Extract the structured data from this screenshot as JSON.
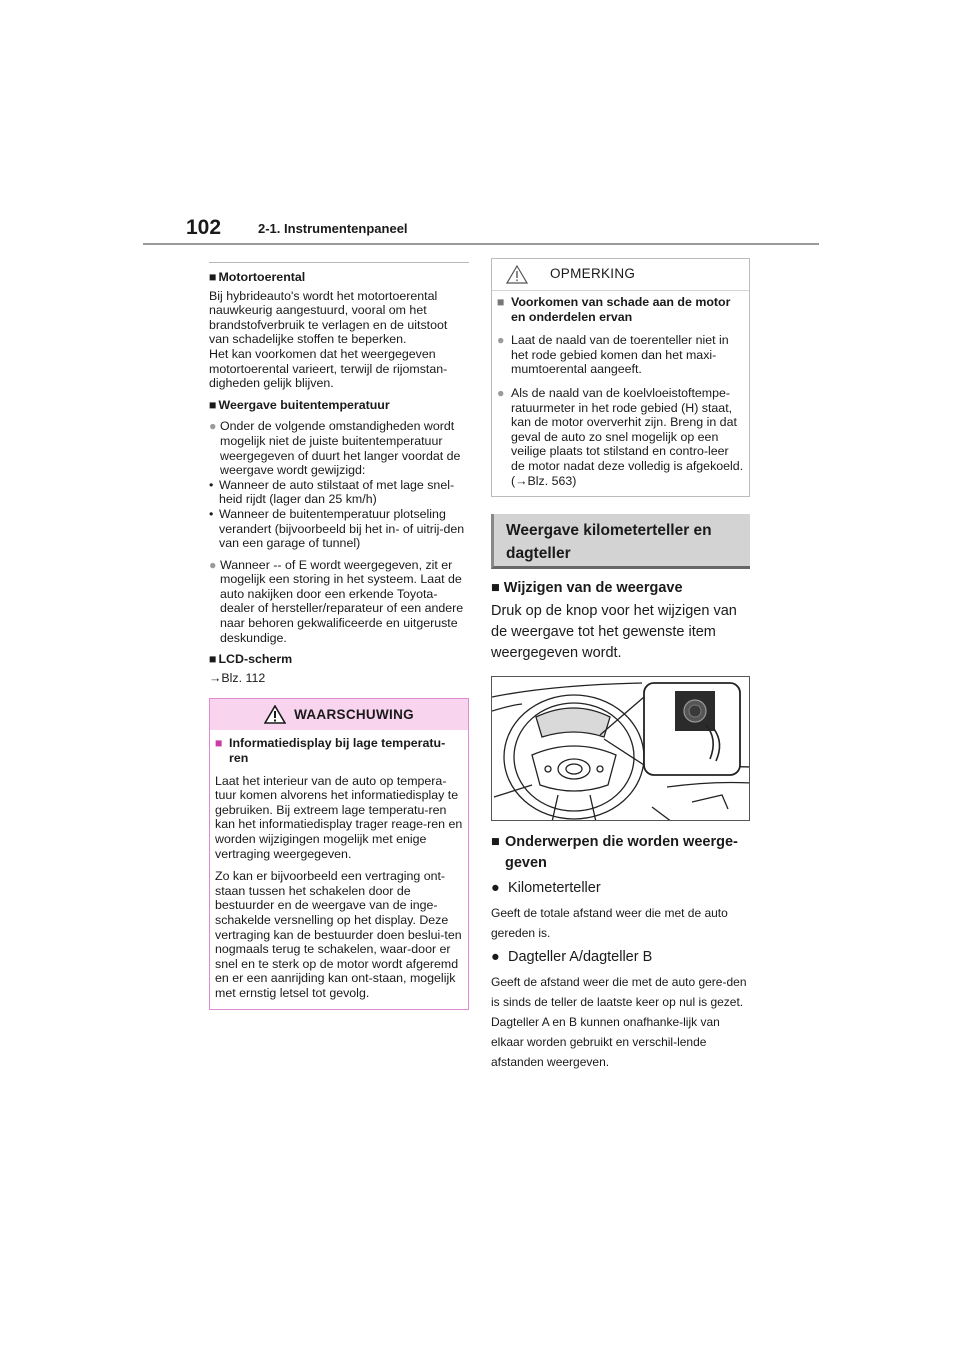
{
  "header": {
    "page_number": "102",
    "chapter": "2-1. Instrumentenpaneel"
  },
  "left": {
    "motortoerental": {
      "heading": "Motortoerental",
      "text": "Bij hybrideauto's wordt het motortoerental nauwkeurig aangestuurd, vooral om het brandstofverbruik te verlagen en de uitstoot van schadelijke stoffen te beperken.",
      "text2": "Het kan voorkomen dat het weergegeven motortoerental varieert, terwijl de rijomstan-digheden gelijk blijven."
    },
    "buitentemperatuur": {
      "heading": "Weergave buitentemperatuur",
      "bullet1": "Onder de volgende omstandigheden wordt mogelijk niet de juiste buitentemperatuur weergegeven of duurt het langer voordat de weergave wordt gewijzigd:",
      "sub1": "Wanneer de auto stilstaat of met lage snel-heid rijdt (lager dan 25 km/h)",
      "sub2": "Wanneer de buitentemperatuur plotseling verandert (bijvoorbeeld bij het in- of uitrij-den van een garage of tunnel)",
      "bullet2": "Wanneer -- of E wordt weergegeven, zit er mogelijk een storing in het systeem. Laat de auto nakijken door een erkende Toyota-dealer of hersteller/reparateur of een andere naar behoren gekwalificeerde en uitgeruste deskundige."
    },
    "lcd": {
      "heading": "LCD-scherm",
      "ref": "→Blz. 112"
    },
    "warning": {
      "title": "WAARSCHUWING",
      "heading": "Informatiedisplay bij lage temperatu-ren",
      "p1": "Laat het interieur van de auto op tempera-tuur komen alvorens het informatiedisplay te gebruiken. Bij extreem lage temperatu-ren kan het informatiedisplay trager reage-ren en worden wijzigingen mogelijk met enige vertraging weergegeven.",
      "p2": "Zo kan er bijvoorbeeld een vertraging ont-staan tussen het schakelen door de bestuurder en de weergave van de inge-schakelde versnelling op het display. Deze vertraging kan de bestuurder doen beslui-ten nogmaals terug te schakelen, waar-door er snel en te sterk op de motor wordt afgeremd en er een aanrijding kan ont-staan, mogelijk met ernstig letsel tot gevolg."
    }
  },
  "right": {
    "note": {
      "title": "OPMERKING",
      "heading": "Voorkomen van schade aan de motor en onderdelen ervan",
      "b1": "Laat de naald van de toerenteller niet in het rode gebied komen dan het maxi-mumtoerental aangeeft.",
      "b2": "Als de naald van de koelvloeistoftempe-ratuurmeter in het rode gebied (H) staat, kan de motor oververhit zijn. Breng in dat geval de auto zo snel mogelijk op een veilige plaats tot stilstand en contro-leer de motor nadat deze volledig is afgekoeld. (→Blz. 563)"
    },
    "section_title_1": "Weergave kilometerteller en",
    "section_title_2": "dagteller",
    "wijzigen": {
      "heading": "Wijzigen van de weergave",
      "text": "Druk op de knop voor het wijzigen van de weergave tot het gewenste item weergegeven wordt."
    },
    "onderwerpen": {
      "heading": "Onderwerpen die worden weerge-geven",
      "item1": "Kilometerteller",
      "item1_text": "Geeft de totale afstand weer die met de auto gereden is.",
      "item2": "Dagteller A/dagteller B",
      "item2_text": "Geeft de afstand weer die met de auto gere-den is sinds de teller de laatste keer op nul is gezet. Dagteller A en B kunnen onafhanke-lijk van elkaar worden gebruikt en verschil-lende afstanden weergeven."
    }
  }
}
